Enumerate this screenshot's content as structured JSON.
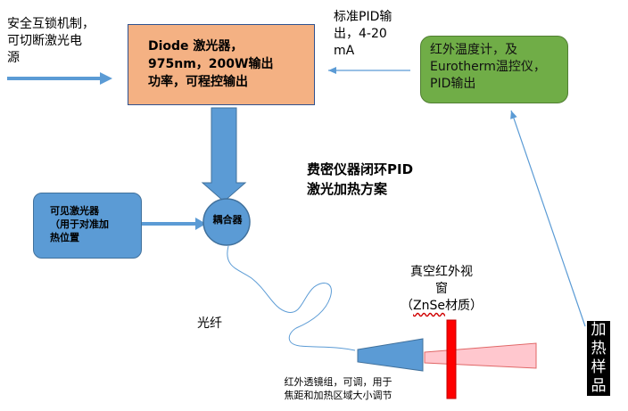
{
  "interlock_text": [
    "安全互锁机制，",
    "可切断激光电",
    "源"
  ],
  "laser_box": [
    "Diode 激光器，",
    "975nm，200W输出",
    "功率，可程控输出"
  ],
  "pid_label": [
    "标准PID输",
    "出，4-20",
    "mA"
  ],
  "ir_box": [
    "红外温度计，及",
    "Eurotherm温控仪，",
    "PID输出"
  ],
  "title": [
    "费密仪器闭环PID",
    "激光加热方案"
  ],
  "visible_laser_box": [
    "可见激光器",
    "（用于对准加",
    "热位置"
  ],
  "coupler_label": "耦合器",
  "fiber_label": "光纤",
  "window_label": {
    "line1": "真空红外视",
    "line2": "窗",
    "line3_prefix": "（",
    "line3_material": "ZnSe",
    "line3_suffix": "材质）"
  },
  "lens_label": [
    "红外透镜组，可调，用于",
    "焦距和加热区域大小调节"
  ],
  "sample_label": [
    "加",
    "热",
    "样",
    "品"
  ],
  "colors": {
    "laser_fill": "#f4b183",
    "controller_fill": "#70ad47",
    "blue_shape": "#5b9bd5",
    "window_red": "#ff0000",
    "beam_pink": "#ffc7ce"
  }
}
